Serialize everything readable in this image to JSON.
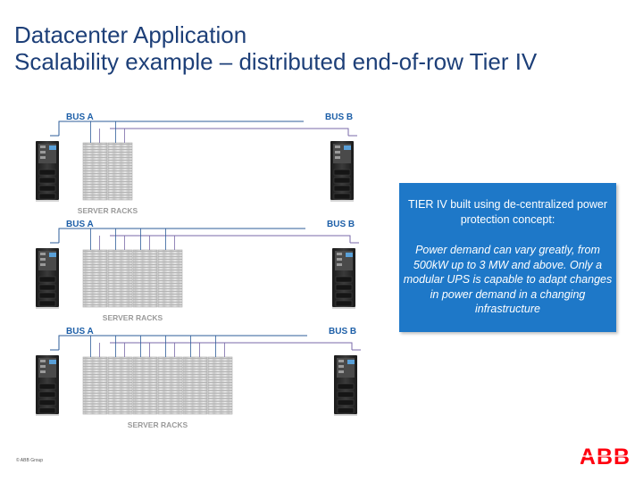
{
  "title": {
    "line1": "Datacenter Application",
    "line2": "Scalability example – distributed end-of-row Tier IV"
  },
  "rows": [
    {
      "bus_left": "BUS A",
      "bus_right": "BUS B",
      "racks_label": "SERVER RACKS",
      "rack_count": 2
    },
    {
      "bus_left": "BUS A",
      "bus_right": "BUS B",
      "racks_label": "SERVER RACKS",
      "rack_count": 4
    },
    {
      "bus_left": "BUS A",
      "bus_right": "BUS B",
      "racks_label": "SERVER RACKS",
      "rack_count": 6
    }
  ],
  "callout": {
    "text1": "TIER IV built using de-centralized power protection concept:",
    "text2": "Power demand can vary greatly, from 500kW up to 3 MW and above. Only a modular UPS is capable to adapt changes in power demand in a changing infrastructure"
  },
  "footer": {
    "copyright": "© ABB Group"
  },
  "logo": {
    "text": "ABB",
    "color": "#ff000f"
  },
  "colors": {
    "title": "#1d3f78",
    "bus_label": "#1d5fa8",
    "bus_a_line": "#2e5d9a",
    "bus_b_line": "#7a6aa8",
    "callout_bg": "#1e78c8",
    "ups_body": "#2a2a2a",
    "rack_body": "#d4d4d4"
  }
}
